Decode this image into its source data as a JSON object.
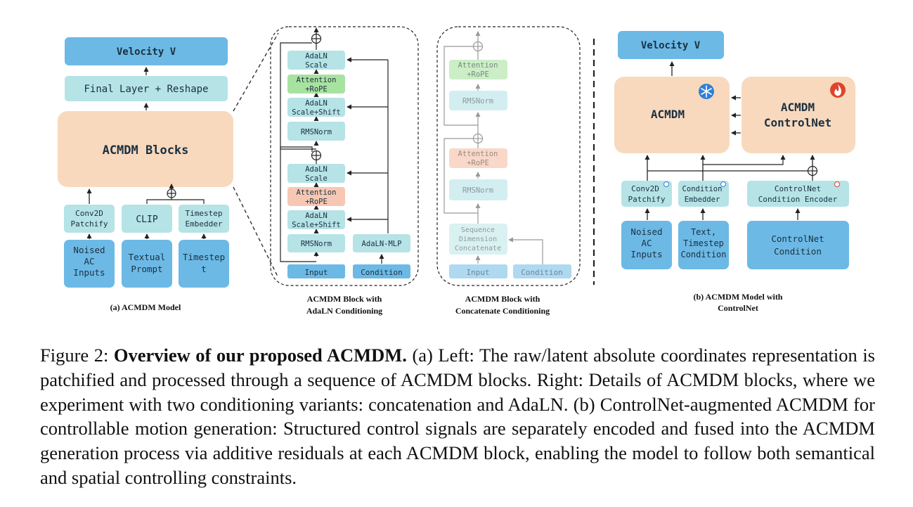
{
  "panel_a": {
    "velocity": "Velocity V",
    "final_layer": "Final Layer + Reshape",
    "blocks": "ACMDM Blocks",
    "conv2d": [
      "Conv2D",
      "Patchify"
    ],
    "clip": "CLIP",
    "timestep_embedder": [
      "Timestep",
      "Embedder"
    ],
    "noised_inputs": [
      "Noised",
      "AC",
      "Inputs"
    ],
    "textual_prompt": [
      "Textual",
      "Prompt"
    ],
    "timestep": [
      "Timestep",
      "t"
    ],
    "label": "(a) ACMDM Model"
  },
  "adaln_block": {
    "adaln_scale": [
      "AdaLN",
      "Scale"
    ],
    "attention": [
      "Attention",
      "+RoPE"
    ],
    "adaln_scale_shift": [
      "AdaLN",
      "Scale+Shift"
    ],
    "rmsnorm": "RMSNorm",
    "adaln_mlp": "AdaLN-MLP",
    "input": "Input",
    "condition": "Condition",
    "label": [
      "ACMDM Block with",
      "AdaLN Conditioning"
    ]
  },
  "concat_block": {
    "attention": [
      "Attention",
      "+RoPE"
    ],
    "rmsnorm": "RMSNorm",
    "seq_concat": [
      "Sequence",
      "Dimension",
      "Concatenate"
    ],
    "input": "Input",
    "condition": "Condition",
    "label": [
      "ACMDM Block with",
      "Concatenate Conditioning"
    ]
  },
  "panel_b": {
    "velocity": "Velocity V",
    "acmdm": "ACMDM",
    "controlnet": [
      "ACMDM",
      "ControlNet"
    ],
    "conv2d": [
      "Conv2D",
      "Patchify"
    ],
    "condition_embedder": [
      "Condition",
      "Embedder"
    ],
    "controlnet_encoder": [
      "ControlNet",
      "Condition Encoder"
    ],
    "noised_inputs": [
      "Noised",
      "AC",
      "Inputs"
    ],
    "text_timestep": [
      "Text,",
      "Timestep",
      "Condition"
    ],
    "controlnet_condition": [
      "ControlNet",
      "Condition"
    ],
    "label": [
      "(b) ACMDM Model with",
      "ControlNet"
    ],
    "frozen_icon": "snowflake-icon",
    "trainable_icon": "flame-icon"
  },
  "caption": {
    "prefix": "Figure 2: ",
    "bold": "Overview of our proposed ACMDM.",
    "text": " (a) Left: The raw/latent absolute coordinates representation is patchified and processed through a sequence of ACMDM blocks. Right: Details of ACMDM blocks, where we experiment with two conditioning variants: concatenation and AdaLN. (b) ControlNet-augmented ACMDM for controllable motion generation: Structured control signals are separately encoded and fused into the ACMDM generation process via additive residuals at each ACMDM block, enabling the model to follow both semantical and spatial controlling constraints."
  },
  "colors": {
    "teal_light": "#b5e3e6",
    "blue_input": "#6cb9e6",
    "peach": "#f8d9bd",
    "green": "#a8e2a0",
    "salmon": "#f6c8b4",
    "dark_blue_frame": "#263a50"
  }
}
